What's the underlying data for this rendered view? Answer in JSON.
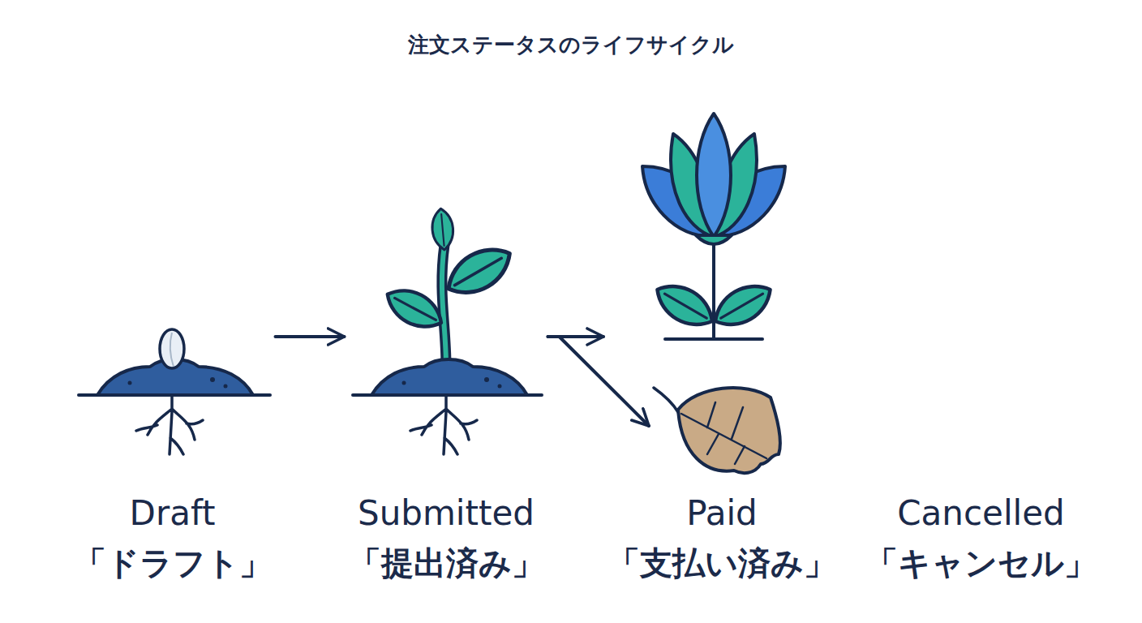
{
  "diagram": {
    "title": "注文ステータスのライフサイクル",
    "nodes": [
      {
        "text": [
          "Draft",
          "「ドラフト」"
        ]
      },
      {
        "text": [
          "Submitted",
          "「提出済み」"
        ]
      },
      {
        "text": [
          "Paid",
          "「支払い済み」"
        ]
      },
      {
        "text": [
          "Cancelled",
          "「キャンセル」"
        ]
      }
    ],
    "edges": [
      {
        "from": 0,
        "to": 1,
        "arrow": "to"
      },
      {
        "from": 1,
        "to": 2,
        "arrow": "to"
      },
      {
        "from": 1,
        "to": 3,
        "arrow": "to"
      }
    ]
  }
}
